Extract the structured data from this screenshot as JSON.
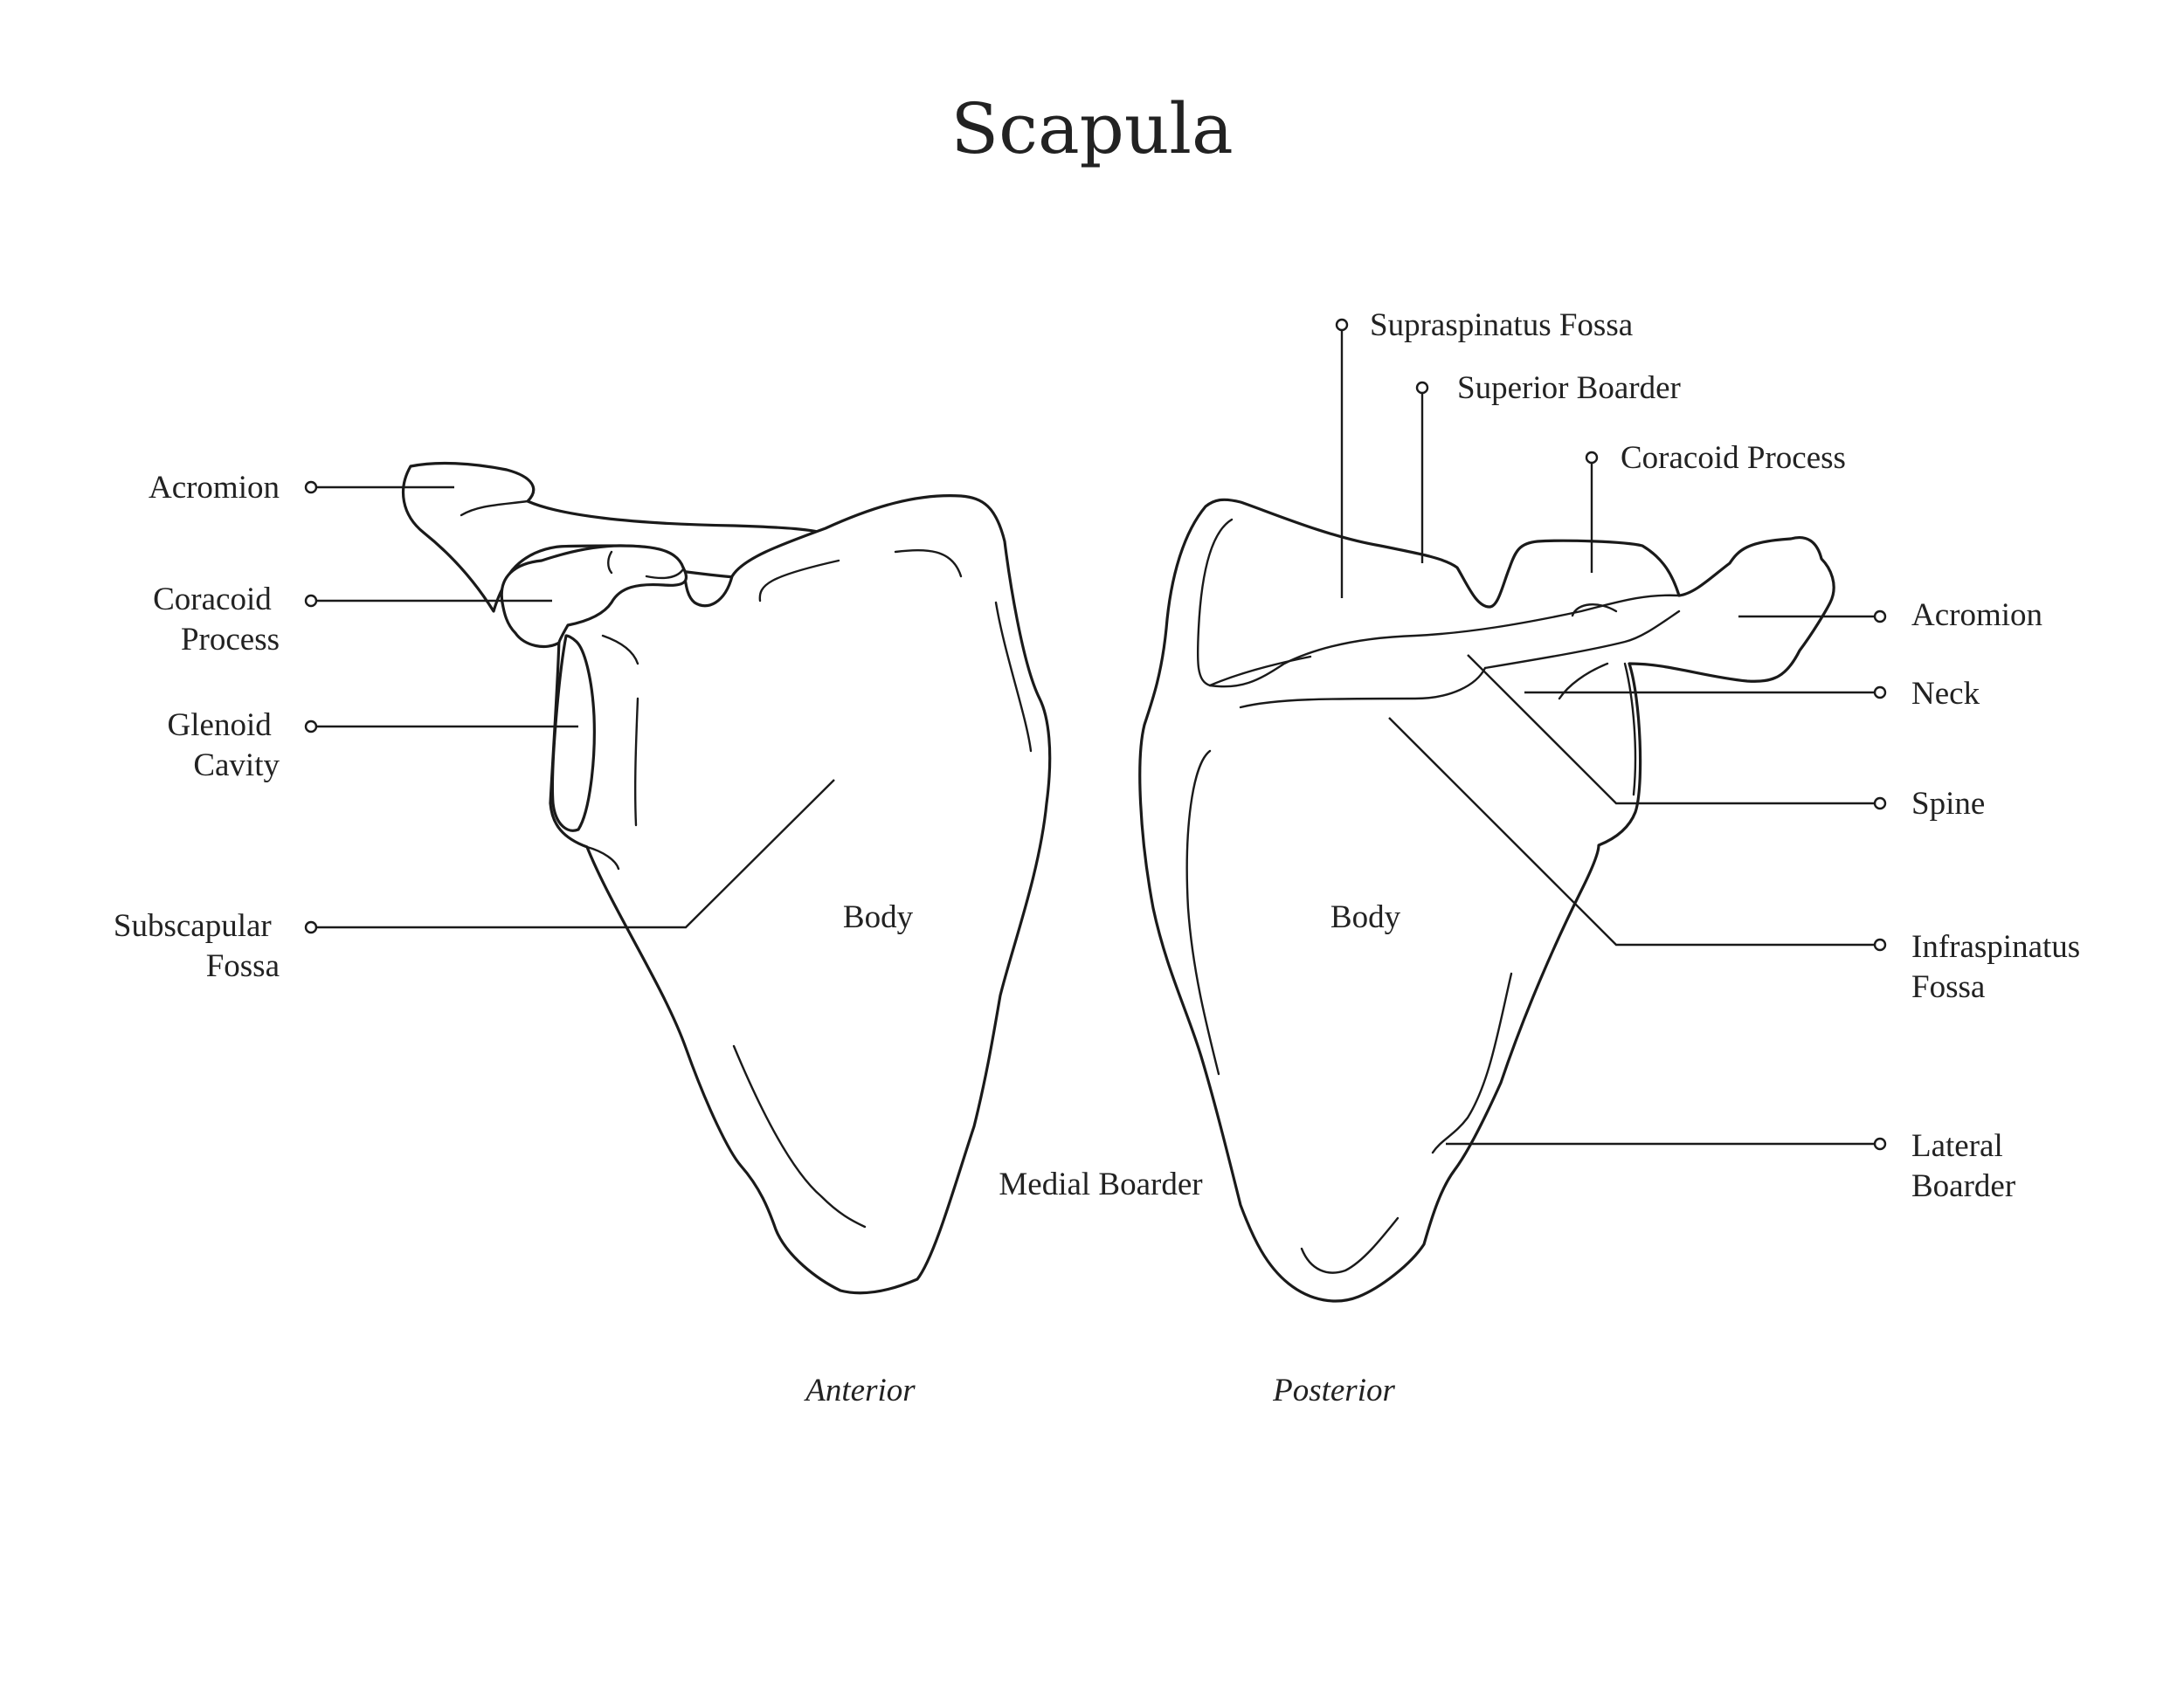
{
  "title": "Scapula",
  "views": {
    "anterior": "Anterior",
    "posterior": "Posterior"
  },
  "labels": {
    "anterior_acromion": "Acromion",
    "anterior_coracoid": [
      "Coracoid",
      "Process"
    ],
    "anterior_glenoid": [
      "Glenoid",
      "Cavity"
    ],
    "anterior_subscapular": [
      "Subscapular",
      "Fossa"
    ],
    "anterior_body": "Body",
    "medial_border": "Medial Boarder",
    "posterior_body": "Body",
    "supraspinatus": "Supraspinatus Fossa",
    "superior_border": "Superior Boarder",
    "posterior_coracoid": "Coracoid Process",
    "posterior_acromion": "Acromion",
    "neck": "Neck",
    "spine": "Spine",
    "infraspinatus": [
      "Infraspinatus",
      "Fossa"
    ],
    "lateral_border": [
      "Lateral",
      "Boarder"
    ]
  }
}
